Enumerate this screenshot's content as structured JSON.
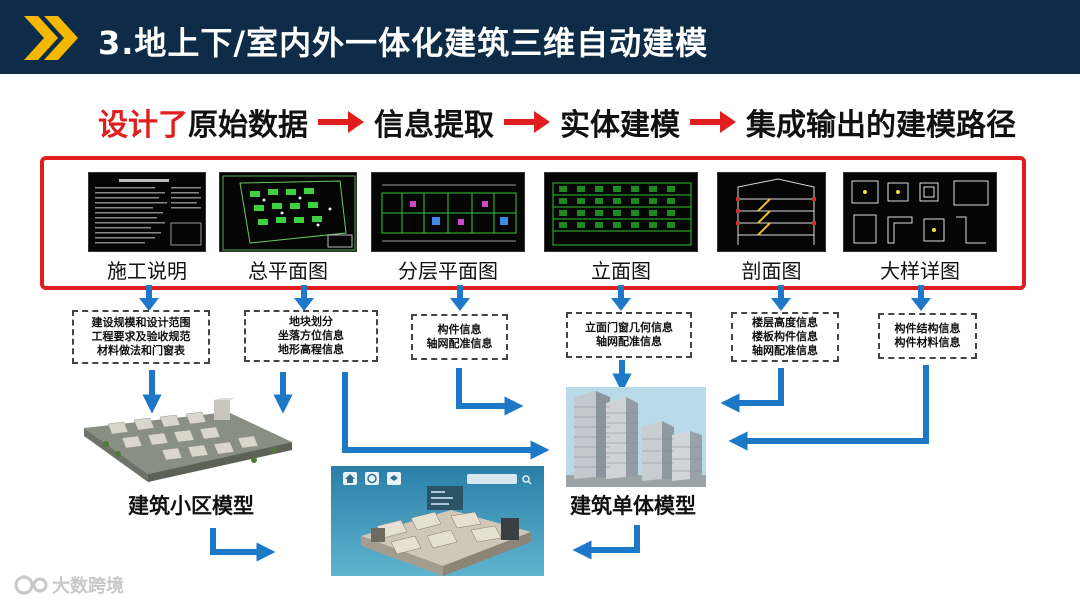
{
  "header": {
    "title": "3.地上下/室内外一体化建筑三维自动建模",
    "bg_color": "#0e2c47",
    "chevron_color": "#f5b800"
  },
  "flow": {
    "highlight": "设计了",
    "steps": [
      "原始数据",
      "信息提取",
      "实体建模",
      "集成输出的建模路径"
    ],
    "arrow_color": "#e11e1e"
  },
  "drawings": [
    {
      "label": "施工说明",
      "info": [
        "建设规模和设计范围",
        "工程要求及验收规范",
        "材料做法和门窗表"
      ]
    },
    {
      "label": "总平面图",
      "info": [
        "地块划分",
        "坐落方位信息",
        "地形高程信息"
      ]
    },
    {
      "label": "分层平面图",
      "info": [
        "构件信息",
        "轴网配准信息"
      ]
    },
    {
      "label": "立面图",
      "info": [
        "立面门窗几何信息",
        "轴网配准信息"
      ]
    },
    {
      "label": "剖面图",
      "info": [
        "楼层高度信息",
        "楼板构件信息",
        "轴网配准信息"
      ]
    },
    {
      "label": "大样详图",
      "info": [
        "构件结构信息",
        "构件材料信息"
      ]
    }
  ],
  "models": {
    "community": "建筑小区模型",
    "building": "建筑单体模型"
  },
  "connector_color": "#1e78c8",
  "watermark": "大数跨境"
}
